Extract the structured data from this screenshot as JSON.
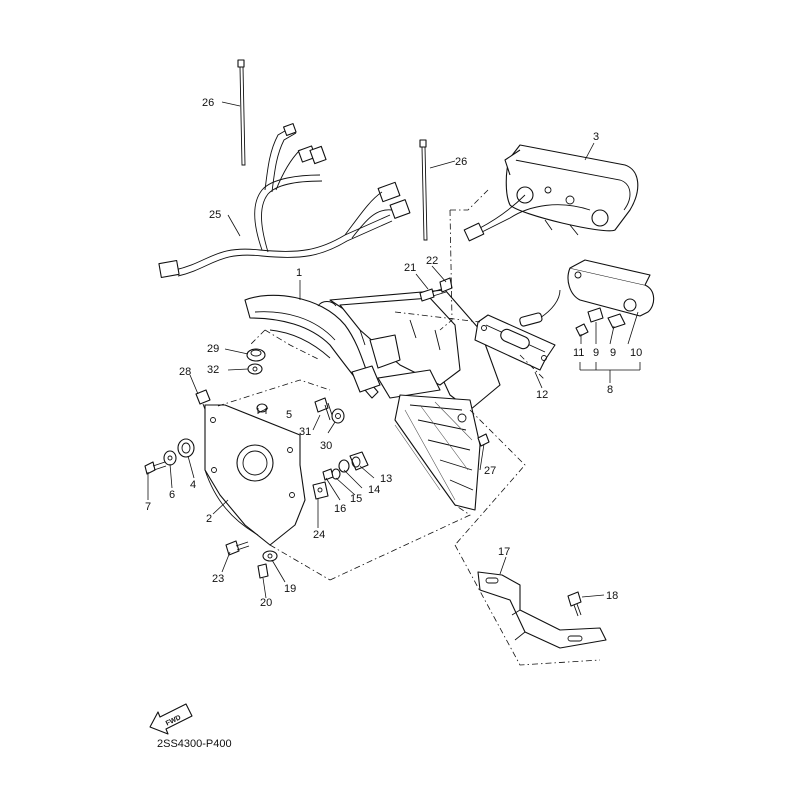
{
  "diagram": {
    "drawing_code": "2SS4300-P400",
    "forward_indicator": "FWD",
    "callouts": [
      {
        "id": "c1",
        "label": "1"
      },
      {
        "id": "c2",
        "label": "2"
      },
      {
        "id": "c3",
        "label": "3"
      },
      {
        "id": "c4",
        "label": "4"
      },
      {
        "id": "c5",
        "label": "5"
      },
      {
        "id": "c6",
        "label": "6"
      },
      {
        "id": "c7",
        "label": "7"
      },
      {
        "id": "c8",
        "label": "8"
      },
      {
        "id": "c9a",
        "label": "9"
      },
      {
        "id": "c9b",
        "label": "9"
      },
      {
        "id": "c10",
        "label": "10"
      },
      {
        "id": "c11",
        "label": "11"
      },
      {
        "id": "c12",
        "label": "12"
      },
      {
        "id": "c13",
        "label": "13"
      },
      {
        "id": "c14",
        "label": "14"
      },
      {
        "id": "c15",
        "label": "15"
      },
      {
        "id": "c16",
        "label": "16"
      },
      {
        "id": "c17",
        "label": "17"
      },
      {
        "id": "c18",
        "label": "18"
      },
      {
        "id": "c19",
        "label": "19"
      },
      {
        "id": "c20",
        "label": "20"
      },
      {
        "id": "c21",
        "label": "21"
      },
      {
        "id": "c22",
        "label": "22"
      },
      {
        "id": "c23",
        "label": "23"
      },
      {
        "id": "c24",
        "label": "24"
      },
      {
        "id": "c25",
        "label": "25"
      },
      {
        "id": "c26a",
        "label": "26"
      },
      {
        "id": "c26b",
        "label": "26"
      },
      {
        "id": "c27",
        "label": "27"
      },
      {
        "id": "c28",
        "label": "28"
      },
      {
        "id": "c29",
        "label": "29"
      },
      {
        "id": "c30",
        "label": "30"
      },
      {
        "id": "c31",
        "label": "31"
      },
      {
        "id": "c32",
        "label": "32"
      }
    ]
  }
}
